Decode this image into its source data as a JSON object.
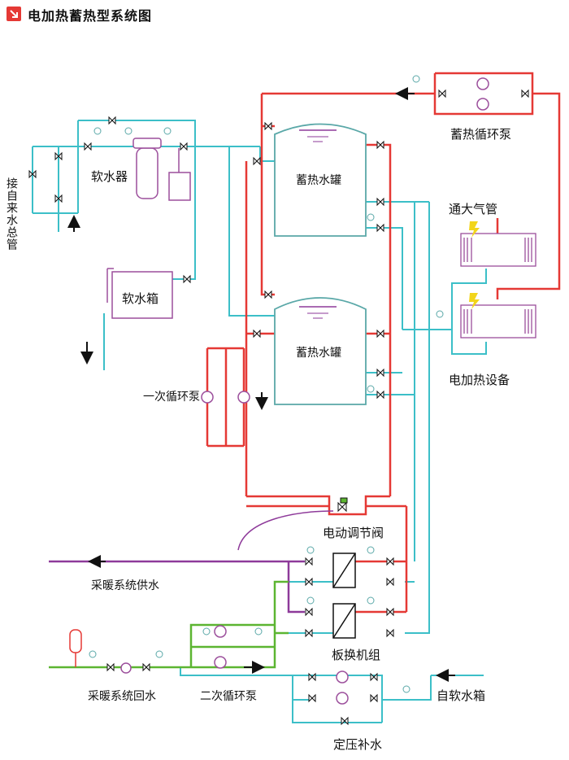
{
  "header": {
    "title": "电加热蓄热型系统图"
  },
  "labels": {
    "tap_water_main": "接自来水总管",
    "water_softener": "软水器",
    "soft_water_tank": "软水箱",
    "storage_tank_upper": "蓄热水罐",
    "storage_tank_lower": "蓄热水罐",
    "storage_circ_pump": "蓄热循环泵",
    "vent_pipe": "通大气管",
    "electric_heater": "电加热设备",
    "primary_circ_pump": "一次循环泵",
    "motorized_valve": "电动调节阀",
    "heating_supply": "采暖系统供水",
    "plate_hx_unit": "板换机组",
    "heating_return": "采暖系统回水",
    "secondary_circ_pump": "二次循环泵",
    "from_soft_tank": "自软水箱",
    "pressure_makeup": "定压补水"
  },
  "colors": {
    "supply": "#e53935",
    "return": "#3cbfc8",
    "heating_supply": "#8e3a9a",
    "heating_return": "#5cb531",
    "vessel": "#5aa8a8",
    "equipment": "#9c4f9c",
    "accent": "#e53935"
  }
}
